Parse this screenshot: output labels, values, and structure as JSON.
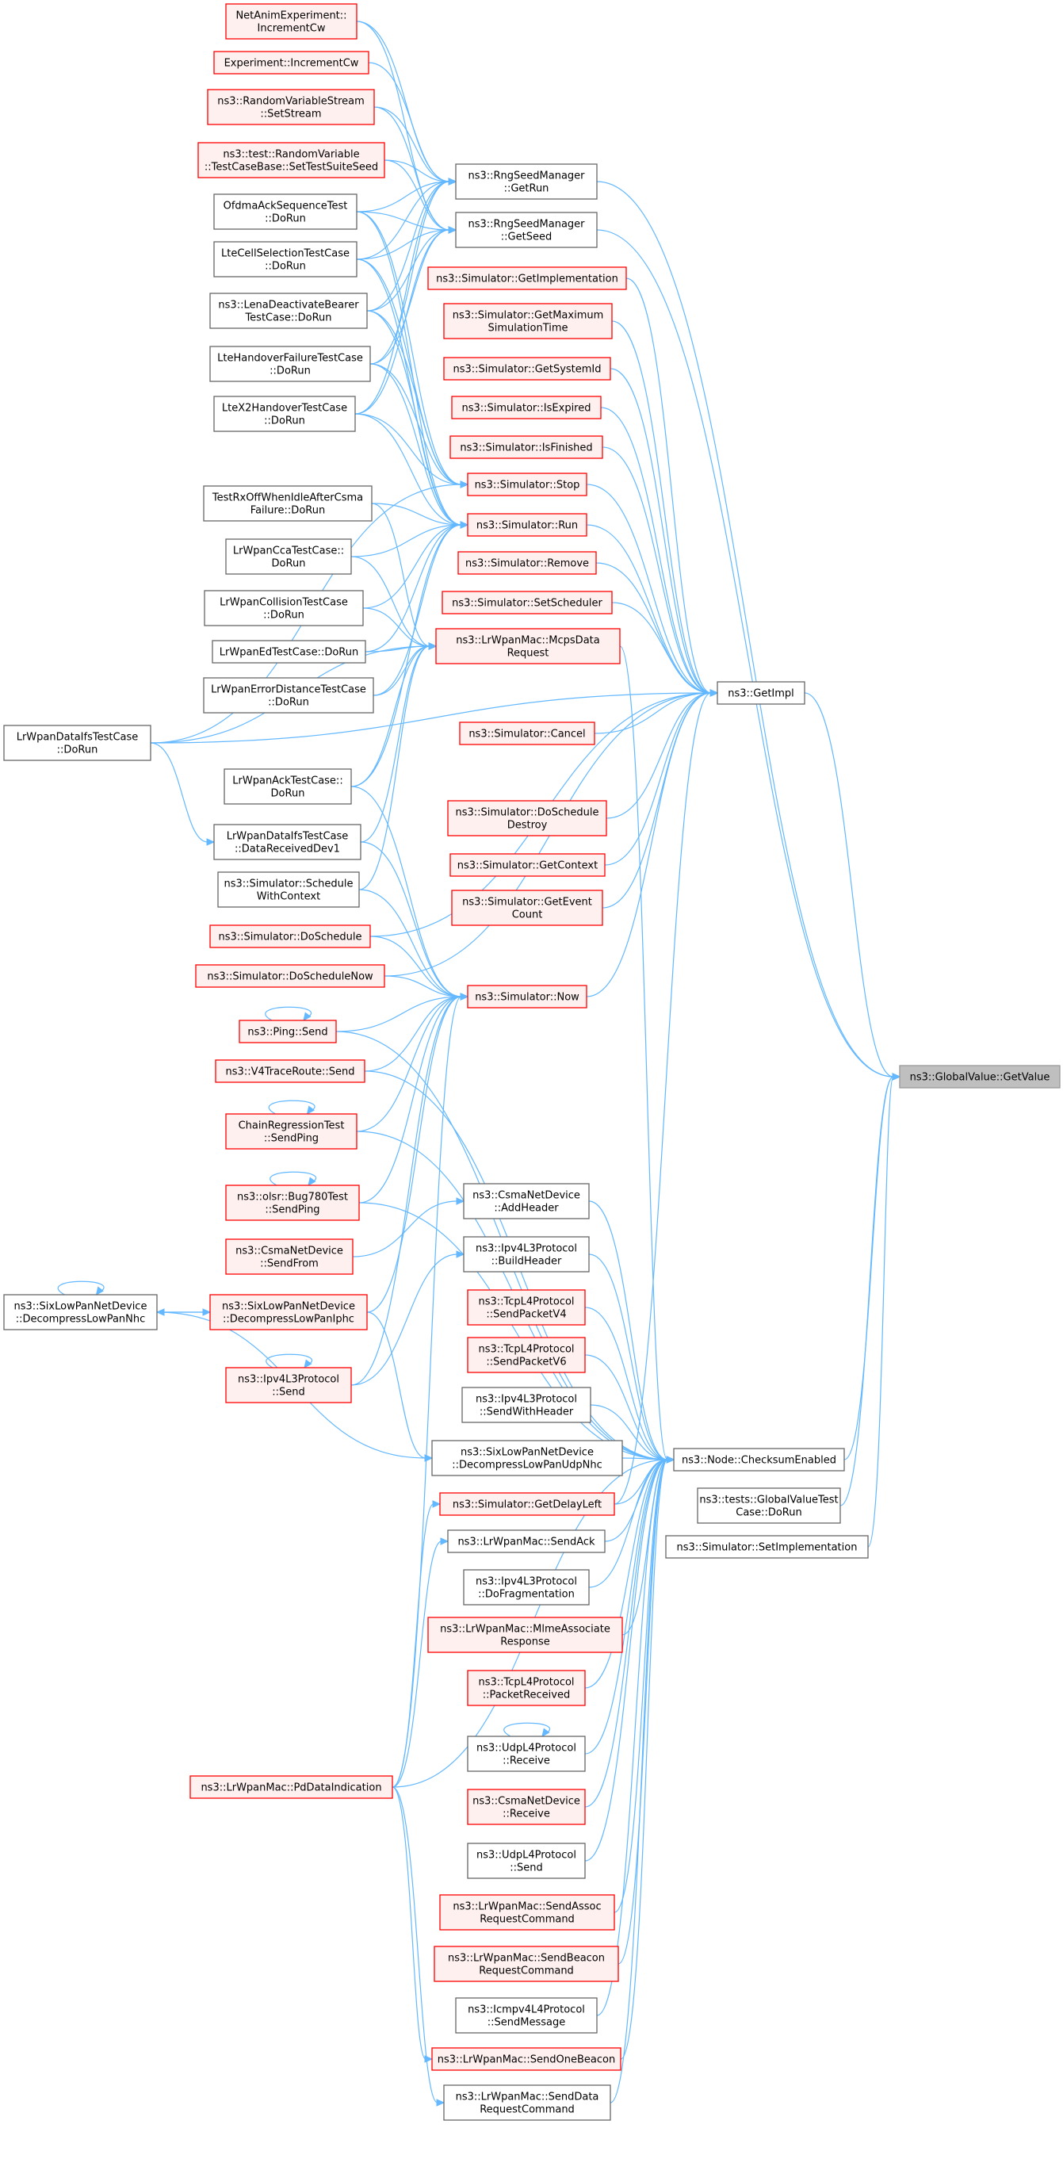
{
  "colors": {
    "edge": "#63b8ff",
    "border_normal": "#666666",
    "border_red": "#ff0000",
    "fill_normal": "#ffffff",
    "fill_red": "#fff0f0",
    "fill_root": "#bfbfbf",
    "border_root": "#999999"
  },
  "nodes": [
    {
      "id": "root",
      "lines": [
        "ns3::GlobalValue::GetValue"
      ],
      "style": "root"
    },
    {
      "id": "n1",
      "lines": [
        "NetAnimExperiment::",
        "IncrementCw"
      ],
      "style": "red"
    },
    {
      "id": "n2",
      "lines": [
        "Experiment::IncrementCw"
      ],
      "style": "red"
    },
    {
      "id": "n3",
      "lines": [
        "ns3::RandomVariableStream",
        "::SetStream"
      ],
      "style": "red"
    },
    {
      "id": "n4",
      "lines": [
        "ns3::test::RandomVariable",
        "::TestCaseBase::SetTestSuiteSeed"
      ],
      "style": "red"
    },
    {
      "id": "n5",
      "lines": [
        "OfdmaAckSequenceTest",
        "::DoRun"
      ],
      "style": "normal"
    },
    {
      "id": "n6",
      "lines": [
        "LteCellSelectionTestCase",
        "::DoRun"
      ],
      "style": "normal"
    },
    {
      "id": "n7",
      "lines": [
        "ns3::LenaDeactivateBearer",
        "TestCase::DoRun"
      ],
      "style": "normal"
    },
    {
      "id": "n8",
      "lines": [
        "LteHandoverFailureTestCase",
        "::DoRun"
      ],
      "style": "normal"
    },
    {
      "id": "n9",
      "lines": [
        "LteX2HandoverTestCase",
        "::DoRun"
      ],
      "style": "normal"
    },
    {
      "id": "n10",
      "lines": [
        "TestRxOffWhenIdleAfterCsma",
        "Failure::DoRun"
      ],
      "style": "normal"
    },
    {
      "id": "n11",
      "lines": [
        "LrWpanCcaTestCase::",
        "DoRun"
      ],
      "style": "normal"
    },
    {
      "id": "n12",
      "lines": [
        "LrWpanCollisionTestCase",
        "::DoRun"
      ],
      "style": "normal"
    },
    {
      "id": "n13",
      "lines": [
        "LrWpanEdTestCase::DoRun"
      ],
      "style": "normal"
    },
    {
      "id": "n14",
      "lines": [
        "LrWpanErrorDistanceTestCase",
        "::DoRun"
      ],
      "style": "normal"
    },
    {
      "id": "n15",
      "lines": [
        "LrWpanDataIfsTestCase",
        "::DoRun"
      ],
      "style": "normal"
    },
    {
      "id": "n16",
      "lines": [
        "LrWpanAckTestCase::",
        "DoRun"
      ],
      "style": "normal"
    },
    {
      "id": "n17",
      "lines": [
        "LrWpanDataIfsTestCase",
        "::DataReceivedDev1"
      ],
      "style": "normal"
    },
    {
      "id": "n18",
      "lines": [
        "ns3::Simulator::Schedule",
        "WithContext"
      ],
      "style": "normal"
    },
    {
      "id": "n19",
      "lines": [
        "ns3::Simulator::DoSchedule"
      ],
      "style": "red"
    },
    {
      "id": "n20",
      "lines": [
        "ns3::Simulator::DoScheduleNow"
      ],
      "style": "red"
    },
    {
      "id": "n21",
      "lines": [
        "ns3::Ping::Send"
      ],
      "style": "red"
    },
    {
      "id": "n22",
      "lines": [
        "ns3::V4TraceRoute::Send"
      ],
      "style": "red"
    },
    {
      "id": "n23",
      "lines": [
        "ChainRegressionTest",
        "::SendPing"
      ],
      "style": "red"
    },
    {
      "id": "n24",
      "lines": [
        "ns3::olsr::Bug780Test",
        "::SendPing"
      ],
      "style": "red"
    },
    {
      "id": "n25",
      "lines": [
        "ns3::CsmaNetDevice",
        "::SendFrom"
      ],
      "style": "red"
    },
    {
      "id": "n26",
      "lines": [
        "ns3::SixLowPanNetDevice",
        "::DecompressLowPanNhc"
      ],
      "style": "normal"
    },
    {
      "id": "n27",
      "lines": [
        "ns3::SixLowPanNetDevice",
        "::DecompressLowPanIphc"
      ],
      "style": "red"
    },
    {
      "id": "n28",
      "lines": [
        "ns3::Ipv4L3Protocol",
        "::Send"
      ],
      "style": "red"
    },
    {
      "id": "n29",
      "lines": [
        "ns3::LrWpanMac::PdDataIndication"
      ],
      "style": "red"
    },
    {
      "id": "n30",
      "lines": [
        "ns3::RngSeedManager",
        "::GetRun"
      ],
      "style": "normal"
    },
    {
      "id": "n31",
      "lines": [
        "ns3::RngSeedManager",
        "::GetSeed"
      ],
      "style": "normal"
    },
    {
      "id": "n32",
      "lines": [
        "ns3::Simulator::GetImplementation"
      ],
      "style": "red"
    },
    {
      "id": "n33",
      "lines": [
        "ns3::Simulator::GetMaximum",
        "SimulationTime"
      ],
      "style": "red"
    },
    {
      "id": "n34",
      "lines": [
        "ns3::Simulator::GetSystemId"
      ],
      "style": "red"
    },
    {
      "id": "n35",
      "lines": [
        "ns3::Simulator::IsExpired"
      ],
      "style": "red"
    },
    {
      "id": "n36",
      "lines": [
        "ns3::Simulator::IsFinished"
      ],
      "style": "red"
    },
    {
      "id": "n37",
      "lines": [
        "ns3::Simulator::Stop"
      ],
      "style": "red"
    },
    {
      "id": "n38",
      "lines": [
        "ns3::Simulator::Run"
      ],
      "style": "red"
    },
    {
      "id": "n39",
      "lines": [
        "ns3::Simulator::Remove"
      ],
      "style": "red"
    },
    {
      "id": "n40",
      "lines": [
        "ns3::Simulator::SetScheduler"
      ],
      "style": "red"
    },
    {
      "id": "n41",
      "lines": [
        "ns3::LrWpanMac::McpsData",
        "Request"
      ],
      "style": "red"
    },
    {
      "id": "n42",
      "lines": [
        "ns3::Simulator::Cancel"
      ],
      "style": "red"
    },
    {
      "id": "n43",
      "lines": [
        "ns3::Simulator::DoSchedule",
        "Destroy"
      ],
      "style": "red"
    },
    {
      "id": "n44",
      "lines": [
        "ns3::Simulator::GetContext"
      ],
      "style": "red"
    },
    {
      "id": "n45",
      "lines": [
        "ns3::Simulator::GetEvent",
        "Count"
      ],
      "style": "red"
    },
    {
      "id": "n46",
      "lines": [
        "ns3::Simulator::Now"
      ],
      "style": "red"
    },
    {
      "id": "n47",
      "lines": [
        "ns3::CsmaNetDevice",
        "::AddHeader"
      ],
      "style": "normal"
    },
    {
      "id": "n48",
      "lines": [
        "ns3::Ipv4L3Protocol",
        "::BuildHeader"
      ],
      "style": "normal"
    },
    {
      "id": "n49",
      "lines": [
        "ns3::TcpL4Protocol",
        "::SendPacketV4"
      ],
      "style": "red"
    },
    {
      "id": "n50",
      "lines": [
        "ns3::TcpL4Protocol",
        "::SendPacketV6"
      ],
      "style": "red"
    },
    {
      "id": "n51",
      "lines": [
        "ns3::Ipv4L3Protocol",
        "::SendWithHeader"
      ],
      "style": "normal"
    },
    {
      "id": "n52",
      "lines": [
        "ns3::SixLowPanNetDevice",
        "::DecompressLowPanUdpNhc"
      ],
      "style": "normal"
    },
    {
      "id": "n53",
      "lines": [
        "ns3::Simulator::GetDelayLeft"
      ],
      "style": "red"
    },
    {
      "id": "n54",
      "lines": [
        "ns3::LrWpanMac::SendAck"
      ],
      "style": "normal"
    },
    {
      "id": "n55",
      "lines": [
        "ns3::Ipv4L3Protocol",
        "::DoFragmentation"
      ],
      "style": "normal"
    },
    {
      "id": "n56",
      "lines": [
        "ns3::LrWpanMac::MlmeAssociate",
        "Response"
      ],
      "style": "red"
    },
    {
      "id": "n57",
      "lines": [
        "ns3::TcpL4Protocol",
        "::PacketReceived"
      ],
      "style": "red"
    },
    {
      "id": "n58",
      "lines": [
        "ns3::UdpL4Protocol",
        "::Receive"
      ],
      "style": "normal"
    },
    {
      "id": "n59",
      "lines": [
        "ns3::CsmaNetDevice",
        "::Receive"
      ],
      "style": "red"
    },
    {
      "id": "n60",
      "lines": [
        "ns3::UdpL4Protocol",
        "::Send"
      ],
      "style": "normal"
    },
    {
      "id": "n61",
      "lines": [
        "ns3::LrWpanMac::SendAssoc",
        "RequestCommand"
      ],
      "style": "red"
    },
    {
      "id": "n62",
      "lines": [
        "ns3::LrWpanMac::SendBeacon",
        "RequestCommand"
      ],
      "style": "red"
    },
    {
      "id": "n63",
      "lines": [
        "ns3::Icmpv4L4Protocol",
        "::SendMessage"
      ],
      "style": "normal"
    },
    {
      "id": "n64",
      "lines": [
        "ns3::LrWpanMac::SendOneBeacon"
      ],
      "style": "red"
    },
    {
      "id": "n65",
      "lines": [
        "ns3::LrWpanMac::SendData",
        "RequestCommand"
      ],
      "style": "normal"
    },
    {
      "id": "n66",
      "lines": [
        "ns3::GetImpl"
      ],
      "style": "normal"
    },
    {
      "id": "n67",
      "lines": [
        "ns3::Node::ChecksumEnabled"
      ],
      "style": "normal"
    },
    {
      "id": "n68",
      "lines": [
        "ns3::tests::GlobalValueTest",
        "Case::DoRun"
      ],
      "style": "normal"
    },
    {
      "id": "n69",
      "lines": [
        "ns3::Simulator::SetImplementation"
      ],
      "style": "normal"
    }
  ],
  "edges": [
    [
      "n30",
      "root"
    ],
    [
      "n31",
      "root"
    ],
    [
      "n66",
      "root"
    ],
    [
      "n67",
      "root"
    ],
    [
      "n68",
      "root"
    ],
    [
      "n69",
      "root"
    ],
    [
      "n1",
      "n30"
    ],
    [
      "n2",
      "n30"
    ],
    [
      "n3",
      "n30"
    ],
    [
      "n4",
      "n30"
    ],
    [
      "n5",
      "n30"
    ],
    [
      "n6",
      "n30"
    ],
    [
      "n7",
      "n30"
    ],
    [
      "n8",
      "n30"
    ],
    [
      "n9",
      "n30"
    ],
    [
      "n1",
      "n31"
    ],
    [
      "n3",
      "n31"
    ],
    [
      "n4",
      "n31"
    ],
    [
      "n5",
      "n31"
    ],
    [
      "n6",
      "n31"
    ],
    [
      "n7",
      "n31"
    ],
    [
      "n8",
      "n31"
    ],
    [
      "n9",
      "n31"
    ],
    [
      "n32",
      "n66"
    ],
    [
      "n33",
      "n66"
    ],
    [
      "n34",
      "n66"
    ],
    [
      "n35",
      "n66"
    ],
    [
      "n36",
      "n66"
    ],
    [
      "n37",
      "n66"
    ],
    [
      "n38",
      "n66"
    ],
    [
      "n39",
      "n66"
    ],
    [
      "n40",
      "n66"
    ],
    [
      "n42",
      "n66"
    ],
    [
      "n43",
      "n66"
    ],
    [
      "n44",
      "n66"
    ],
    [
      "n45",
      "n66"
    ],
    [
      "n46",
      "n66"
    ],
    [
      "n19",
      "n66"
    ],
    [
      "n20",
      "n66"
    ],
    [
      "n53",
      "n66"
    ],
    [
      "n15",
      "n66"
    ],
    [
      "n5",
      "n37"
    ],
    [
      "n6",
      "n37"
    ],
    [
      "n7",
      "n37"
    ],
    [
      "n8",
      "n37"
    ],
    [
      "n9",
      "n37"
    ],
    [
      "n15",
      "n37"
    ],
    [
      "n5",
      "n38"
    ],
    [
      "n6",
      "n38"
    ],
    [
      "n7",
      "n38"
    ],
    [
      "n8",
      "n38"
    ],
    [
      "n9",
      "n38"
    ],
    [
      "n10",
      "n38"
    ],
    [
      "n11",
      "n38"
    ],
    [
      "n12",
      "n38"
    ],
    [
      "n13",
      "n38"
    ],
    [
      "n14",
      "n38"
    ],
    [
      "n16",
      "n38"
    ],
    [
      "n10",
      "n41"
    ],
    [
      "n11",
      "n41"
    ],
    [
      "n12",
      "n41"
    ],
    [
      "n13",
      "n41"
    ],
    [
      "n14",
      "n41"
    ],
    [
      "n15",
      "n41"
    ],
    [
      "n16",
      "n41"
    ],
    [
      "n17",
      "n41"
    ],
    [
      "n18",
      "n41"
    ],
    [
      "n15",
      "n17"
    ],
    [
      "n16",
      "n46"
    ],
    [
      "n17",
      "n46"
    ],
    [
      "n18",
      "n46"
    ],
    [
      "n19",
      "n46"
    ],
    [
      "n20",
      "n46"
    ],
    [
      "n21",
      "n46"
    ],
    [
      "n22",
      "n46"
    ],
    [
      "n23",
      "n46"
    ],
    [
      "n24",
      "n46"
    ],
    [
      "n27",
      "n46"
    ],
    [
      "n28",
      "n46"
    ],
    [
      "n29",
      "n46"
    ],
    [
      "n21",
      "n21"
    ],
    [
      "n23",
      "n23"
    ],
    [
      "n24",
      "n24"
    ],
    [
      "n28",
      "n28"
    ],
    [
      "n26",
      "n26"
    ],
    [
      "n58",
      "n58"
    ],
    [
      "n27",
      "n26"
    ],
    [
      "n26",
      "n27"
    ],
    [
      "n25",
      "n47"
    ],
    [
      "n28",
      "n48"
    ],
    [
      "n26",
      "n52"
    ],
    [
      "n27",
      "n52"
    ],
    [
      "n29",
      "n53"
    ],
    [
      "n29",
      "n54"
    ],
    [
      "n29",
      "n64"
    ],
    [
      "n29",
      "n65"
    ],
    [
      "n41",
      "n67"
    ],
    [
      "n21",
      "n67"
    ],
    [
      "n22",
      "n67"
    ],
    [
      "n23",
      "n67"
    ],
    [
      "n24",
      "n67"
    ],
    [
      "n47",
      "n67"
    ],
    [
      "n48",
      "n67"
    ],
    [
      "n49",
      "n67"
    ],
    [
      "n50",
      "n67"
    ],
    [
      "n51",
      "n67"
    ],
    [
      "n52",
      "n67"
    ],
    [
      "n53",
      "n67"
    ],
    [
      "n54",
      "n67"
    ],
    [
      "n55",
      "n67"
    ],
    [
      "n56",
      "n67"
    ],
    [
      "n57",
      "n67"
    ],
    [
      "n58",
      "n67"
    ],
    [
      "n59",
      "n67"
    ],
    [
      "n60",
      "n67"
    ],
    [
      "n61",
      "n67"
    ],
    [
      "n62",
      "n67"
    ],
    [
      "n63",
      "n67"
    ],
    [
      "n64",
      "n67"
    ],
    [
      "n65",
      "n67"
    ],
    [
      "n29",
      "n67"
    ]
  ]
}
